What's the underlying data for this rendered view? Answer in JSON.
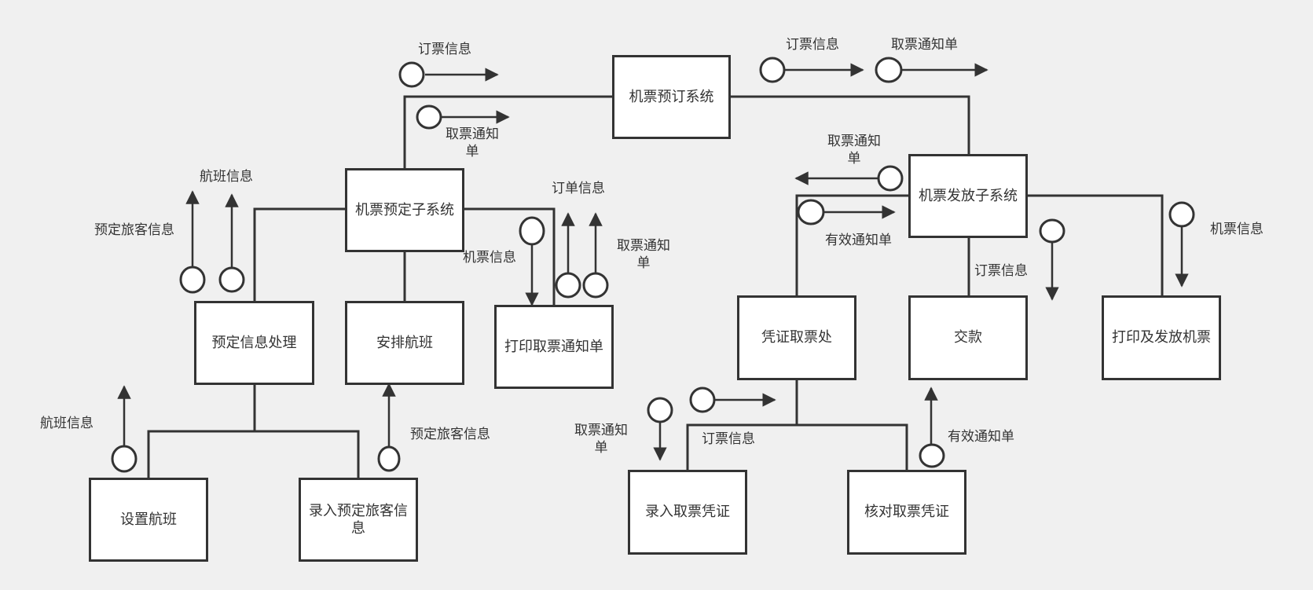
{
  "diagram": {
    "type": "structure-chart",
    "colors": {
      "background": "#f0f0f0",
      "stroke": "#333333",
      "box_fill": "#ffffff"
    },
    "modules": {
      "root": "机票预订系统",
      "booking_sub": "机票预定子系统",
      "issue_sub": "机票发放子系统",
      "booking_process": "预定信息处理",
      "arrange_flight": "安排航班",
      "print_notice": "打印取票通知单",
      "set_flight": "设置航班",
      "input_passenger": "录入预定旅客信息",
      "voucher_office": "凭证取票处",
      "payment": "交款",
      "print_issue": "打印及发放机票",
      "input_voucher": "录入取票凭证",
      "verify_voucher": "核对取票凭证"
    },
    "flows": {
      "root_left_1": "订票信息",
      "root_left_2": "取票通知单",
      "root_right_1": "订票信息",
      "root_right_2": "取票通知单",
      "bs_left_1": "预定旅客信息",
      "bs_left_2": "航班信息",
      "bs_right_down": "机票信息",
      "bs_right_up_1": "订单信息",
      "bs_right_up_2": "取票通知单",
      "is_left_out": "取票通知单",
      "is_left_in": "有效通知单",
      "is_mid": "订票信息",
      "is_right": "机票信息",
      "bp_left": "航班信息",
      "bp_right": "预定旅客信息",
      "vo_left_down": "取票通知单",
      "vo_left_in": "订票信息",
      "vo_right_up": "有效通知单"
    }
  }
}
